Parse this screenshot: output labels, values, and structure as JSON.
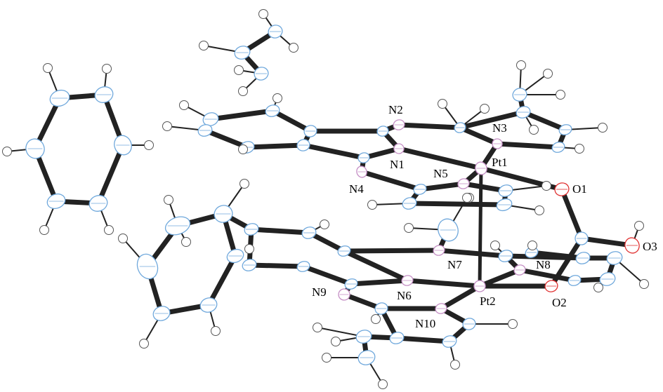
{
  "diagram": {
    "type": "ORTEP molecular structure",
    "atom_labels": {
      "N1": "N1",
      "N2": "N2",
      "N3": "N3",
      "N4": "N4",
      "N5": "N5",
      "N6": "N6",
      "N7": "N7",
      "N8": "N8",
      "N9": "N9",
      "N10": "N10",
      "Pt1": "Pt1",
      "Pt2": "Pt2",
      "O1": "O1",
      "O2": "O2",
      "O3": "O3"
    },
    "colors": {
      "carbon": "#6fa8dc",
      "nitrogen": "#c58fc5",
      "oxygen": "#e03030",
      "hydrogen": "#555555",
      "bond": "#222222"
    }
  }
}
